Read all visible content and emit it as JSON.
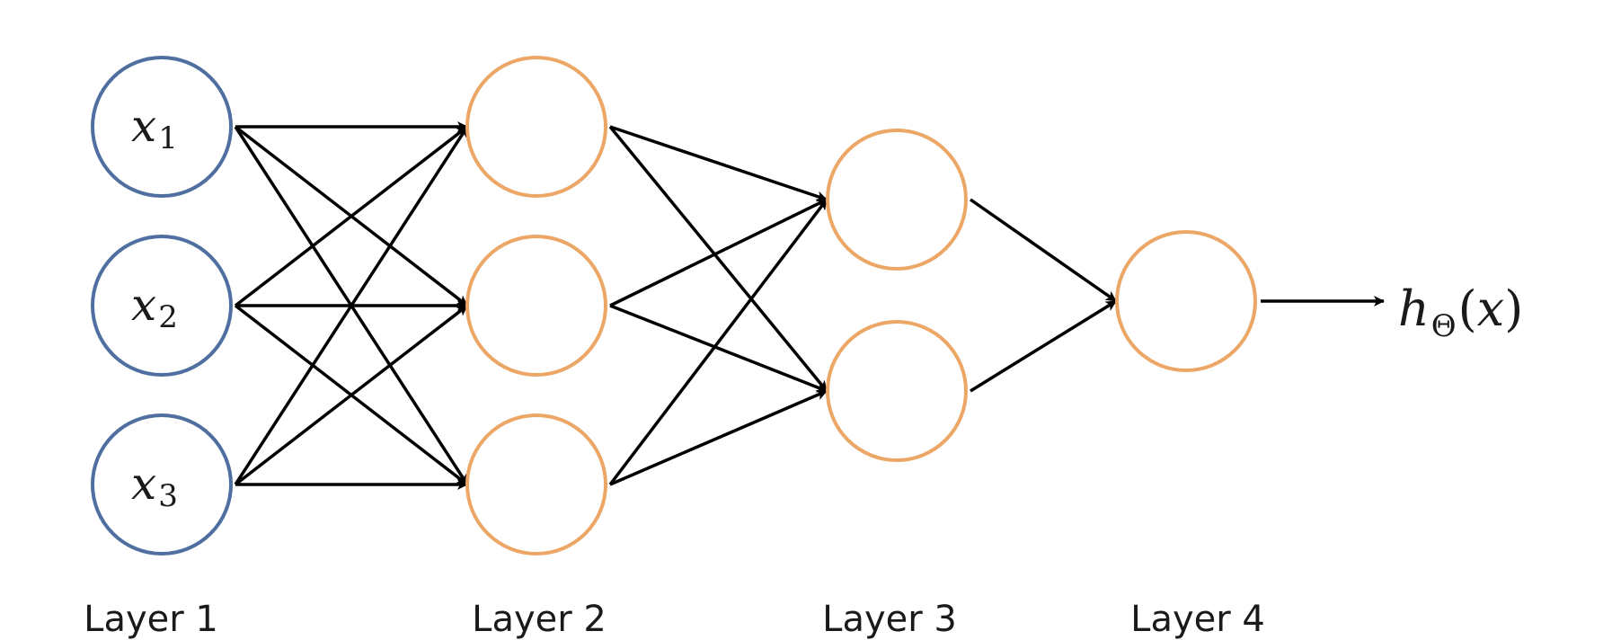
{
  "input_nodes": [
    {
      "symbol": "x",
      "subscript": "1"
    },
    {
      "symbol": "x",
      "subscript": "2"
    },
    {
      "symbol": "x",
      "subscript": "3"
    }
  ],
  "layer_labels": [
    "Layer 1",
    "Layer 2",
    "Layer 3",
    "Layer 4"
  ],
  "output": {
    "function": "h",
    "subscript": "Θ",
    "open_paren": "(",
    "argument": "x",
    "close_paren": ")"
  },
  "colors": {
    "input_node": "#4f6fa0",
    "hidden_node": "#eca766",
    "edge": "#000000"
  },
  "network": {
    "layer_sizes": [
      3,
      3,
      2,
      1
    ],
    "fully_connected": true
  }
}
